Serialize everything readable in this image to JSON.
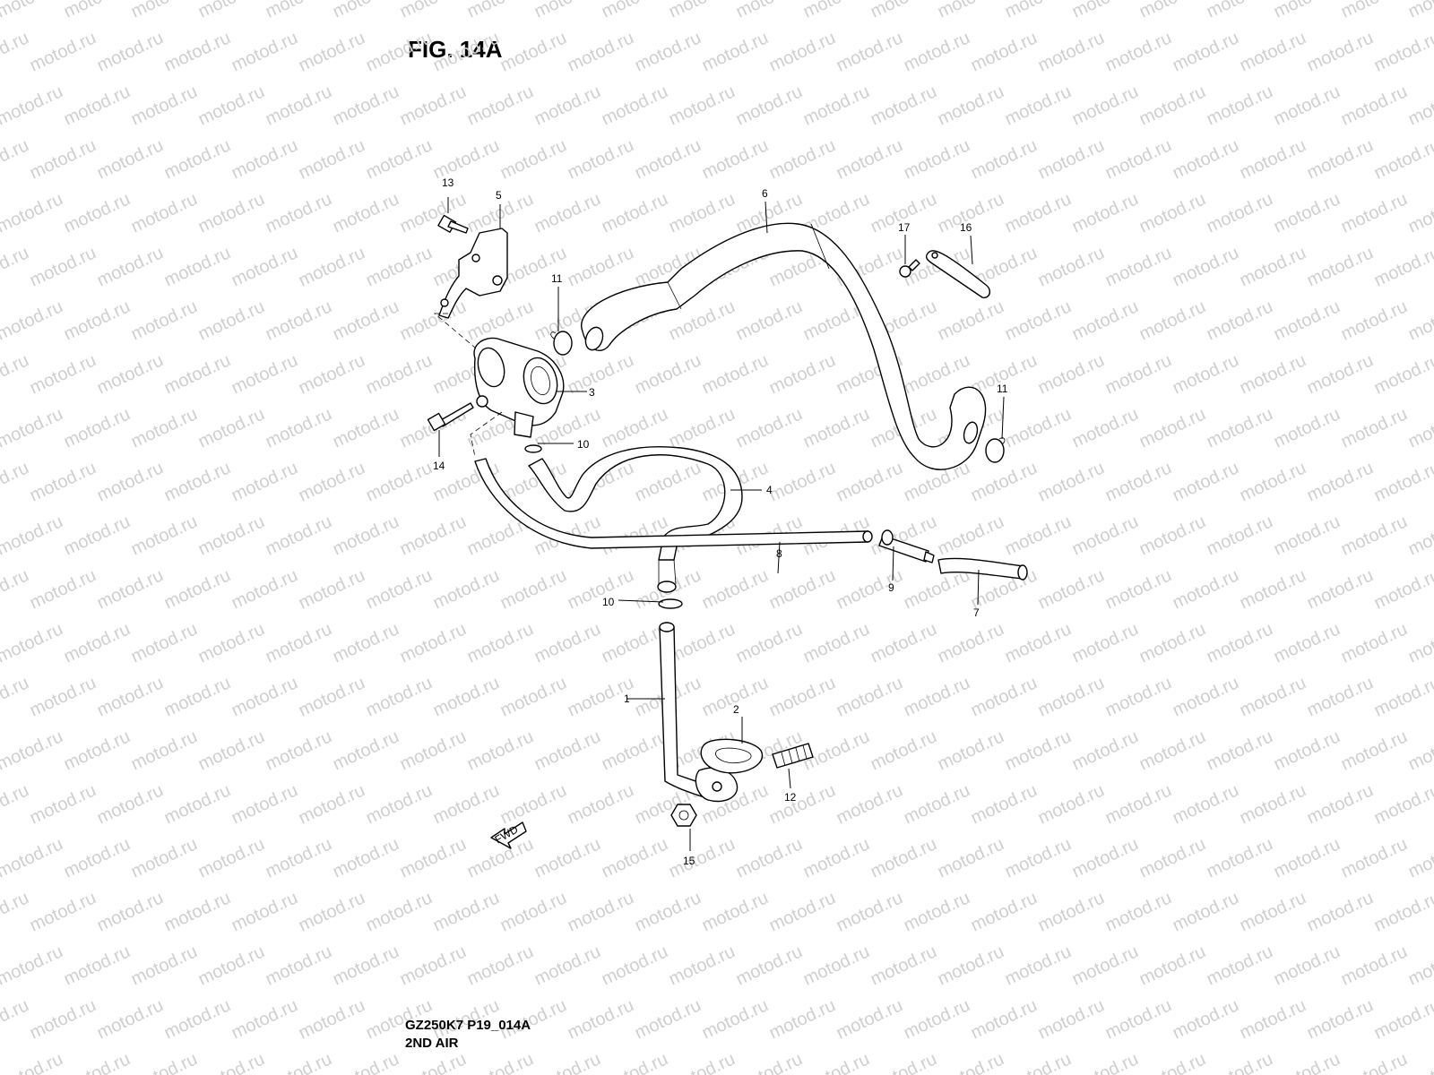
{
  "figure": {
    "title": "FIG. 14A",
    "code": "GZ250K7 P19_014A",
    "name": "2ND AIR",
    "watermark": "motod.ru",
    "fwd_label": "FWD"
  },
  "callouts": [
    {
      "id": "c1",
      "label": "1"
    },
    {
      "id": "c2",
      "label": "2"
    },
    {
      "id": "c3",
      "label": "3"
    },
    {
      "id": "c4",
      "label": "4"
    },
    {
      "id": "c5",
      "label": "5"
    },
    {
      "id": "c6",
      "label": "6"
    },
    {
      "id": "c7",
      "label": "7"
    },
    {
      "id": "c8",
      "label": "8"
    },
    {
      "id": "c9",
      "label": "9"
    },
    {
      "id": "c10a",
      "label": "10"
    },
    {
      "id": "c10b",
      "label": "10"
    },
    {
      "id": "c11a",
      "label": "11"
    },
    {
      "id": "c11b",
      "label": "11"
    },
    {
      "id": "c12",
      "label": "12"
    },
    {
      "id": "c13",
      "label": "13"
    },
    {
      "id": "c14",
      "label": "14"
    },
    {
      "id": "c15",
      "label": "15"
    },
    {
      "id": "c16",
      "label": "16"
    },
    {
      "id": "c17",
      "label": "17"
    }
  ]
}
